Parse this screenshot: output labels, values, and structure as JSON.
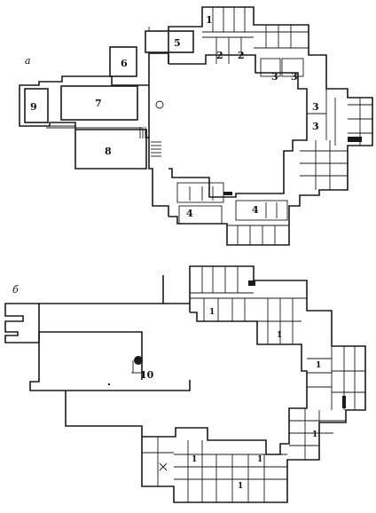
{
  "plan_a": {
    "label": "а",
    "rooms": {
      "r1": "1",
      "r2a": "2",
      "r2b": "2",
      "r3a": "3",
      "r3b": "3",
      "r3c": "3",
      "r3d": "3",
      "r4a": "4",
      "r4b": "4",
      "r5": "5",
      "r6": "6",
      "r7": "7",
      "r8": "8",
      "r9": "9"
    }
  },
  "plan_b": {
    "label": "б",
    "rooms": {
      "r1a": "1",
      "r1b": "1",
      "r1c": "1",
      "r1d": "1",
      "r1e": "1",
      "r1f": "1",
      "r1g": "1",
      "r10": "10"
    }
  }
}
